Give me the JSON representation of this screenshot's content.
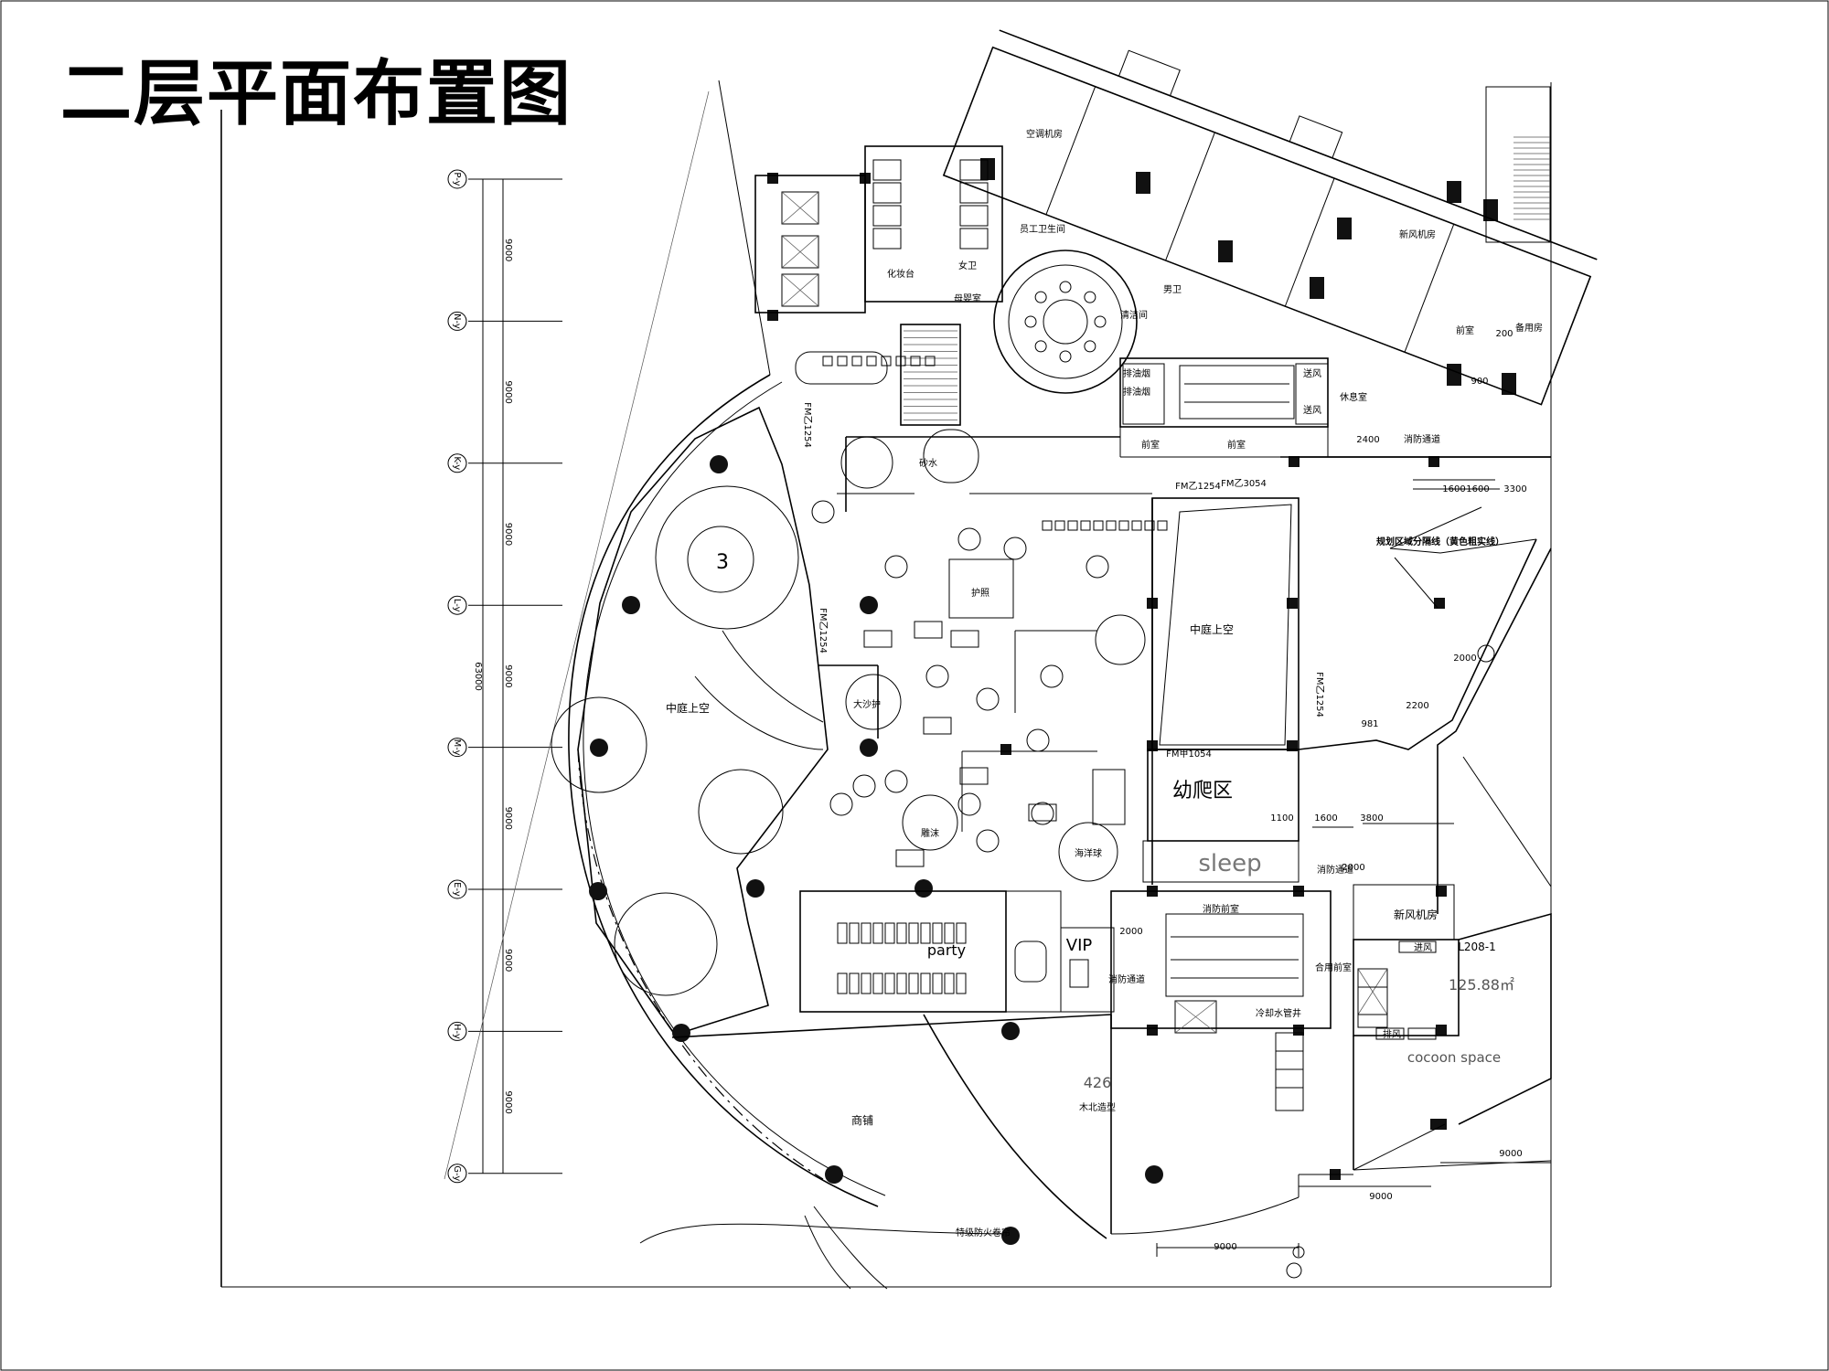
{
  "title": "二层平面布置图",
  "grid_axes": [
    "P-y",
    "N-y",
    "K-y",
    "L-y",
    "M-y",
    "E-y",
    "H-y",
    "G-y"
  ],
  "grid_spacing": [
    "9000",
    "9000",
    "9000",
    "9000",
    "9000",
    "9000",
    "9000"
  ],
  "grid_total": "63000",
  "rooms": {
    "stair_3": "3",
    "atrium_left": "中庭上空",
    "atrium_center": "中庭上空",
    "toddler_area": "幼爬区",
    "sleep": "sleep",
    "vip": "VIP",
    "party": "party",
    "shop": "商铺",
    "shop_area": "426",
    "wood_shape": "木北造型",
    "fire_curtain": "特级防火卷帘",
    "fresh_air": "新风机房",
    "room_code": "L208-1",
    "room_area": "125.88㎡",
    "cocoon": "cocoon space",
    "fire_front": "消防前室",
    "fire_passage": "消防通道",
    "fire_passage_upper": "消防通道",
    "shared_front": "合用前室",
    "cooling_shaft": "冷却水管井",
    "front_room_a": "前室",
    "front_room_b": "前室",
    "staff_wc": "员工卫生间",
    "makeup": "化妆台",
    "female": "女卫",
    "mother_baby": "母婴室",
    "cleaning": "清洁间",
    "male": "男卫",
    "ac_room": "空调机房",
    "rest": "休息室",
    "front_desk": "前室",
    "fresh_air_right": "新风机房",
    "backup": "备用房",
    "boundary_note": "规划区域分隔线（黄色粗实线）",
    "lounge": "护照",
    "sandbox": "大沙护",
    "shaded": "砂水",
    "bathroom": "雕沫",
    "pool": "海洋球",
    "smoke1": "排油烟",
    "smoke2": "排油烟",
    "exhaust": "送风",
    "exhaust2": "送风",
    "air_in": "进风",
    "air_out": "排风"
  },
  "dimensions": {
    "d1600a": "1600",
    "d1600b": "1600",
    "d3300": "3300",
    "d2400": "2400",
    "d2000a": "2000",
    "d2000b": "2000",
    "d2000c": "2000",
    "d1100": "1100",
    "d1600c": "1600",
    "d3800": "3800",
    "d981": "981",
    "d2200": "2200",
    "d9000a": "9000",
    "d9000b": "9000",
    "d9000c": "9000",
    "d200": "200",
    "d900": "900"
  },
  "door_tags": [
    "FM乙1254",
    "FM乙1254",
    "FM乙1254",
    "FM乙1254",
    "FM甲1054",
    "FM乙3054"
  ]
}
